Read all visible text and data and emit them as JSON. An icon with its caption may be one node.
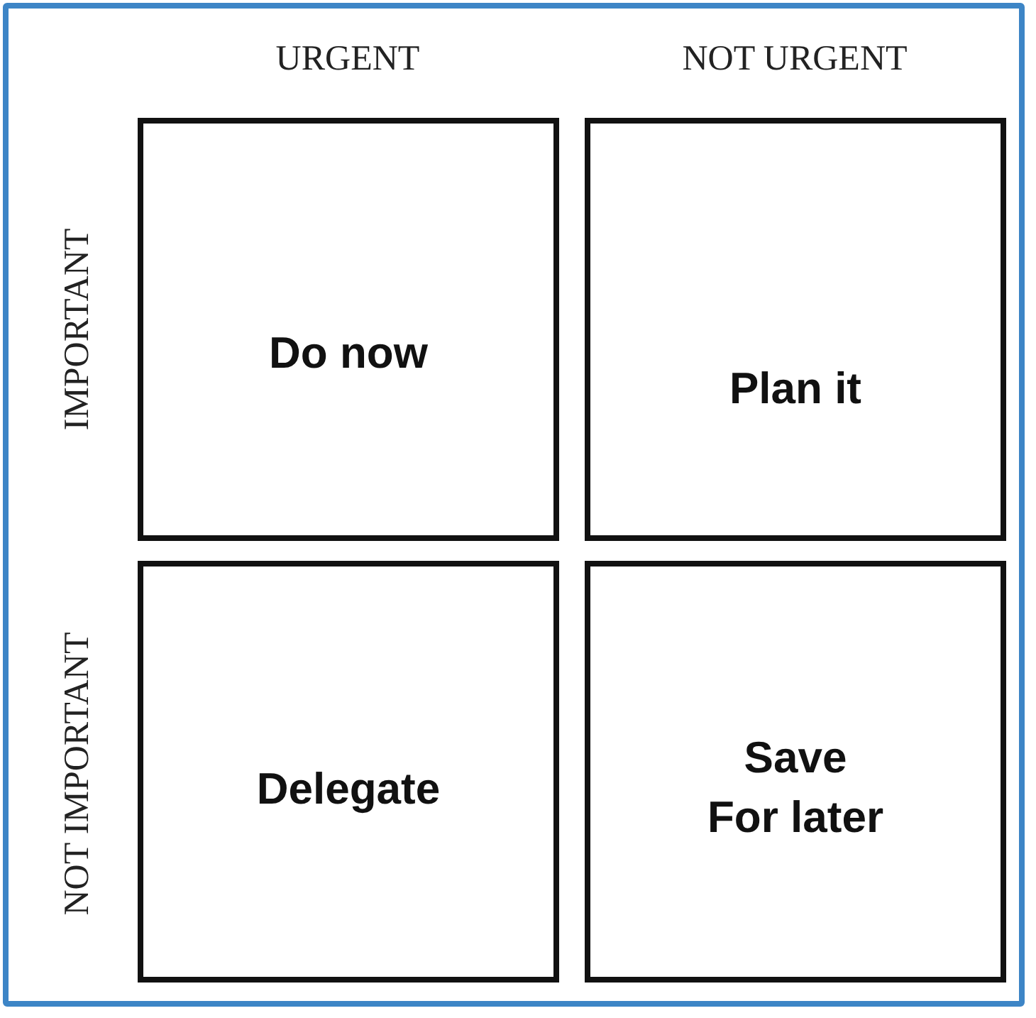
{
  "diagram": {
    "nodes": [
      {
        "text": [
          "Do now"
        ]
      },
      {
        "text": [
          "Plan it"
        ]
      },
      {
        "text": [
          "Delegate"
        ]
      },
      {
        "text": [
          "Save For later"
        ]
      }
    ],
    "labels": [
      "URGENT",
      "NOT URGENT",
      "IMPORTANT",
      "NOT IMPORTANT"
    ]
  }
}
